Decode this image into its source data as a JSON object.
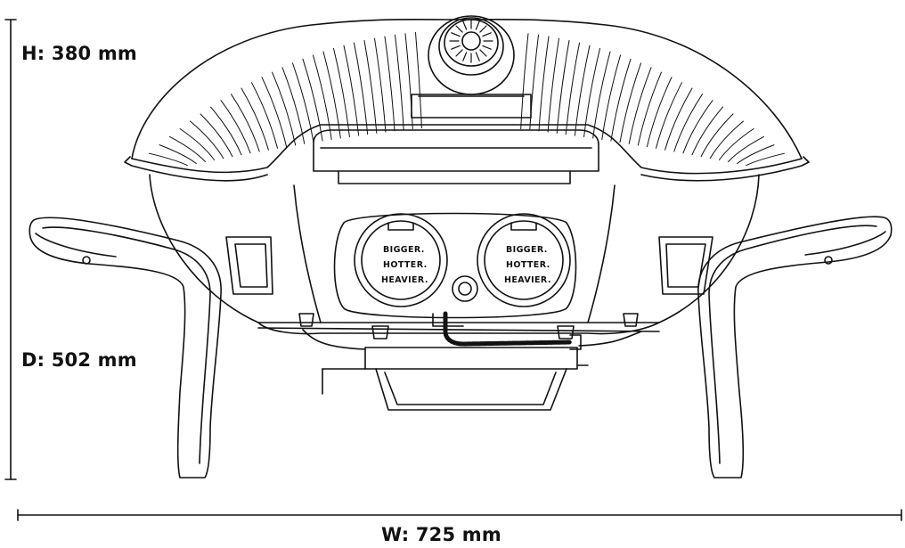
{
  "dimensions": {
    "height": "H: 380 mm",
    "depth": "D: 502 mm",
    "width": "W: 725 mm"
  },
  "burner_dials": [
    {
      "lines": [
        "BIGGER.",
        "HOTTER.",
        "HEAVIER."
      ]
    },
    {
      "lines": [
        "BIGGER.",
        "HOTTER.",
        "HEAVIER."
      ]
    }
  ],
  "colors": {
    "line": "#111111",
    "background": "#ffffff"
  }
}
